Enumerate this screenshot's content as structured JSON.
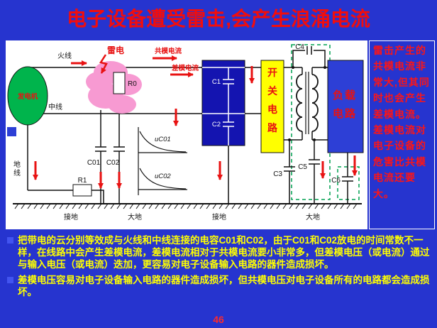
{
  "title": "电子设备遭受雷击,会产生浪涌电流",
  "page_number": "46",
  "side_panel": {
    "text": "雷击产生的共模电流非常大,但其同时也会产生差模电流。差模电流对电子设备的危害比共模电流还要大。"
  },
  "bullets": [
    "把带电的云分别等效成与火线和中线连接的电容C01和C02，由于C01和C02放电的时间常数不一样，在线路中会产生差模电流，差模电流相对于共模电流要小非常多，但差模电压（或电流）通过与输入电压（或电流）迭加，更容易对电子设备输入电路的器件造成损坏。",
    "差模电压容易对电子设备输入电路的器件造成损坏，但共模电压对电子设备所有的电路都会造成损坏。"
  ],
  "diagram": {
    "generator": "发电机",
    "live_wire": "火线",
    "neutral_wire": "中线",
    "ground_wire": "地线",
    "lightning": "雷电",
    "common_mode_current": "共模电流",
    "diff_mode_current": "差模电流",
    "switch_circuit": "开关电路",
    "load_circuit_line1": "负载",
    "load_circuit_line2": "电路",
    "r0": "R0",
    "r1": "R1",
    "c01": "C01",
    "c02": "C02",
    "c1": "C1",
    "c2": "C2",
    "c3": "C3",
    "c4": "C4",
    "c5": "C5",
    "c6": "C6",
    "ground_terminal_left": "接地",
    "earth_left": "大地",
    "ground_terminal_mid": "接地",
    "earth_right": "大地",
    "u_c01": "uC01",
    "u_c02": "uC02"
  },
  "colors": {
    "background": "#2634cf",
    "title_red": "#f20d0d",
    "bullet_yellow": "#ffff00",
    "diagram_white": "#ffffff",
    "generator_green": "#00b44c",
    "cloud_pink": "#f79ad2",
    "filter_blue": "#1414b0",
    "switch_yellow": "#ffff00",
    "load_blue": "#2d3fd6",
    "arrow_red": "#e81212",
    "dashed_green": "#00a050"
  }
}
